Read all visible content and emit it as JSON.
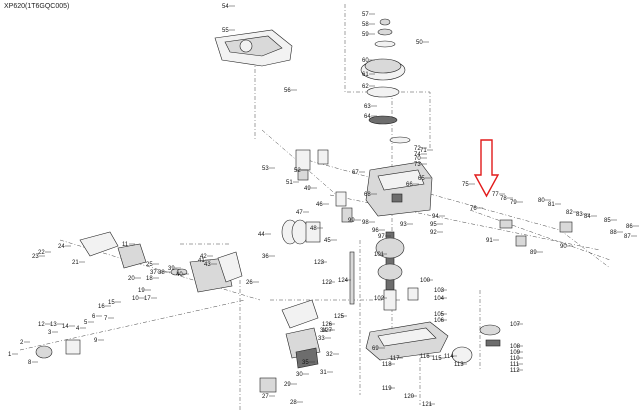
{
  "page": {
    "model_title": "XP620(1T6GQC005)"
  },
  "highlight": {
    "color": "#e21b1b",
    "icon": "red-down-arrow-icon"
  },
  "callouts": [
    "1",
    "2",
    "3",
    "4",
    "5",
    "6",
    "7",
    "8",
    "9",
    "10",
    "11",
    "12",
    "13",
    "14",
    "15",
    "16",
    "17",
    "18",
    "19",
    "20",
    "21",
    "22",
    "23",
    "24",
    "25",
    "26",
    "27",
    "28",
    "29",
    "30",
    "31",
    "32",
    "33",
    "34",
    "35",
    "36",
    "37",
    "38",
    "39",
    "40",
    "41",
    "42",
    "43",
    "44",
    "45",
    "46",
    "47",
    "48",
    "49",
    "50",
    "51",
    "52",
    "53",
    "54",
    "55",
    "56",
    "57",
    "58",
    "59",
    "60",
    "61",
    "62",
    "63",
    "64",
    "65",
    "66",
    "67",
    "68",
    "69",
    "70",
    "71",
    "72",
    "73",
    "74",
    "75",
    "76",
    "77",
    "78",
    "79",
    "80",
    "81",
    "82",
    "83",
    "84",
    "85",
    "86",
    "87",
    "88",
    "89",
    "90",
    "91",
    "92",
    "93",
    "94",
    "95",
    "96",
    "97",
    "98",
    "99",
    "100",
    "101",
    "102",
    "103",
    "104",
    "105",
    "106",
    "107",
    "108",
    "109",
    "110",
    "111",
    "112",
    "113",
    "114",
    "115",
    "116",
    "117",
    "118",
    "119",
    "120",
    "121",
    "122",
    "123",
    "124",
    "125",
    "126",
    "127"
  ]
}
